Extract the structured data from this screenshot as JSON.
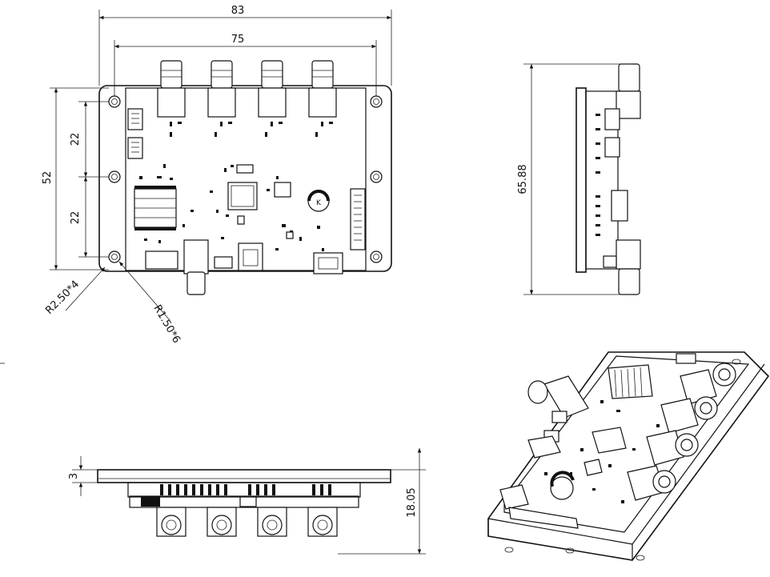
{
  "dimensions": {
    "overall_width": "83",
    "hole_pitch_width": "75",
    "height": "52",
    "hole_spacing_upper": "22",
    "hole_spacing_lower": "22",
    "side_view_height": "65.88",
    "bottom_view_height": "18.05",
    "plate_thickness": "3",
    "corner_radius": "R2.50*4",
    "hole_radius": "R1.50*6"
  }
}
